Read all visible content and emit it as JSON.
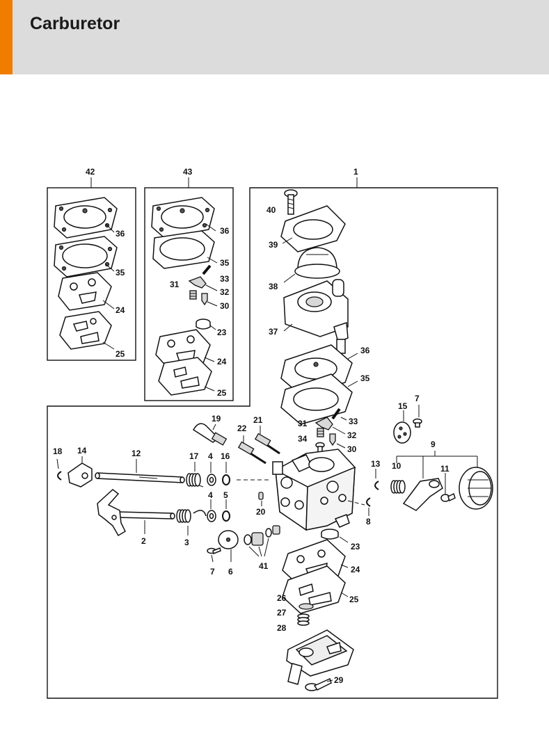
{
  "header": {
    "title": "Carburetor",
    "accent_color": "#f07d00",
    "background_color": "#dcdcdc"
  },
  "diagram": {
    "groups": [
      {
        "id": "group-42",
        "label": "42"
      },
      {
        "id": "group-43",
        "label": "43"
      },
      {
        "id": "group-1",
        "label": "1"
      }
    ],
    "part_labels": {
      "p1": "1",
      "p2": "2",
      "p3": "3",
      "p4a": "4",
      "p4b": "4",
      "p5": "5",
      "p6": "6",
      "p7a": "7",
      "p7b": "7",
      "p8": "8",
      "p9": "9",
      "p10": "10",
      "p11": "11",
      "p12": "12",
      "p13": "13",
      "p14": "14",
      "p15": "15",
      "p16": "16",
      "p17": "17",
      "p18": "18",
      "p19": "19",
      "p20": "20",
      "p21": "21",
      "p22": "22",
      "p23a": "23",
      "p23b": "23",
      "p24a": "24",
      "p24b": "24",
      "p24c": "24",
      "p25a": "25",
      "p25b": "25",
      "p25c": "25",
      "p26": "26",
      "p27": "27",
      "p28": "28",
      "p29": "29",
      "p30a": "30",
      "p30b": "30",
      "p31a": "31",
      "p31b": "31",
      "p32a": "32",
      "p32b": "32",
      "p33a": "33",
      "p33b": "33",
      "p34": "34",
      "p35a": "35",
      "p35b": "35",
      "p35c": "35",
      "p36a": "36",
      "p36b": "36",
      "p36c": "36",
      "p37": "37",
      "p38": "38",
      "p39": "39",
      "p40": "40",
      "p41": "41",
      "p42": "42",
      "p43": "43"
    }
  }
}
